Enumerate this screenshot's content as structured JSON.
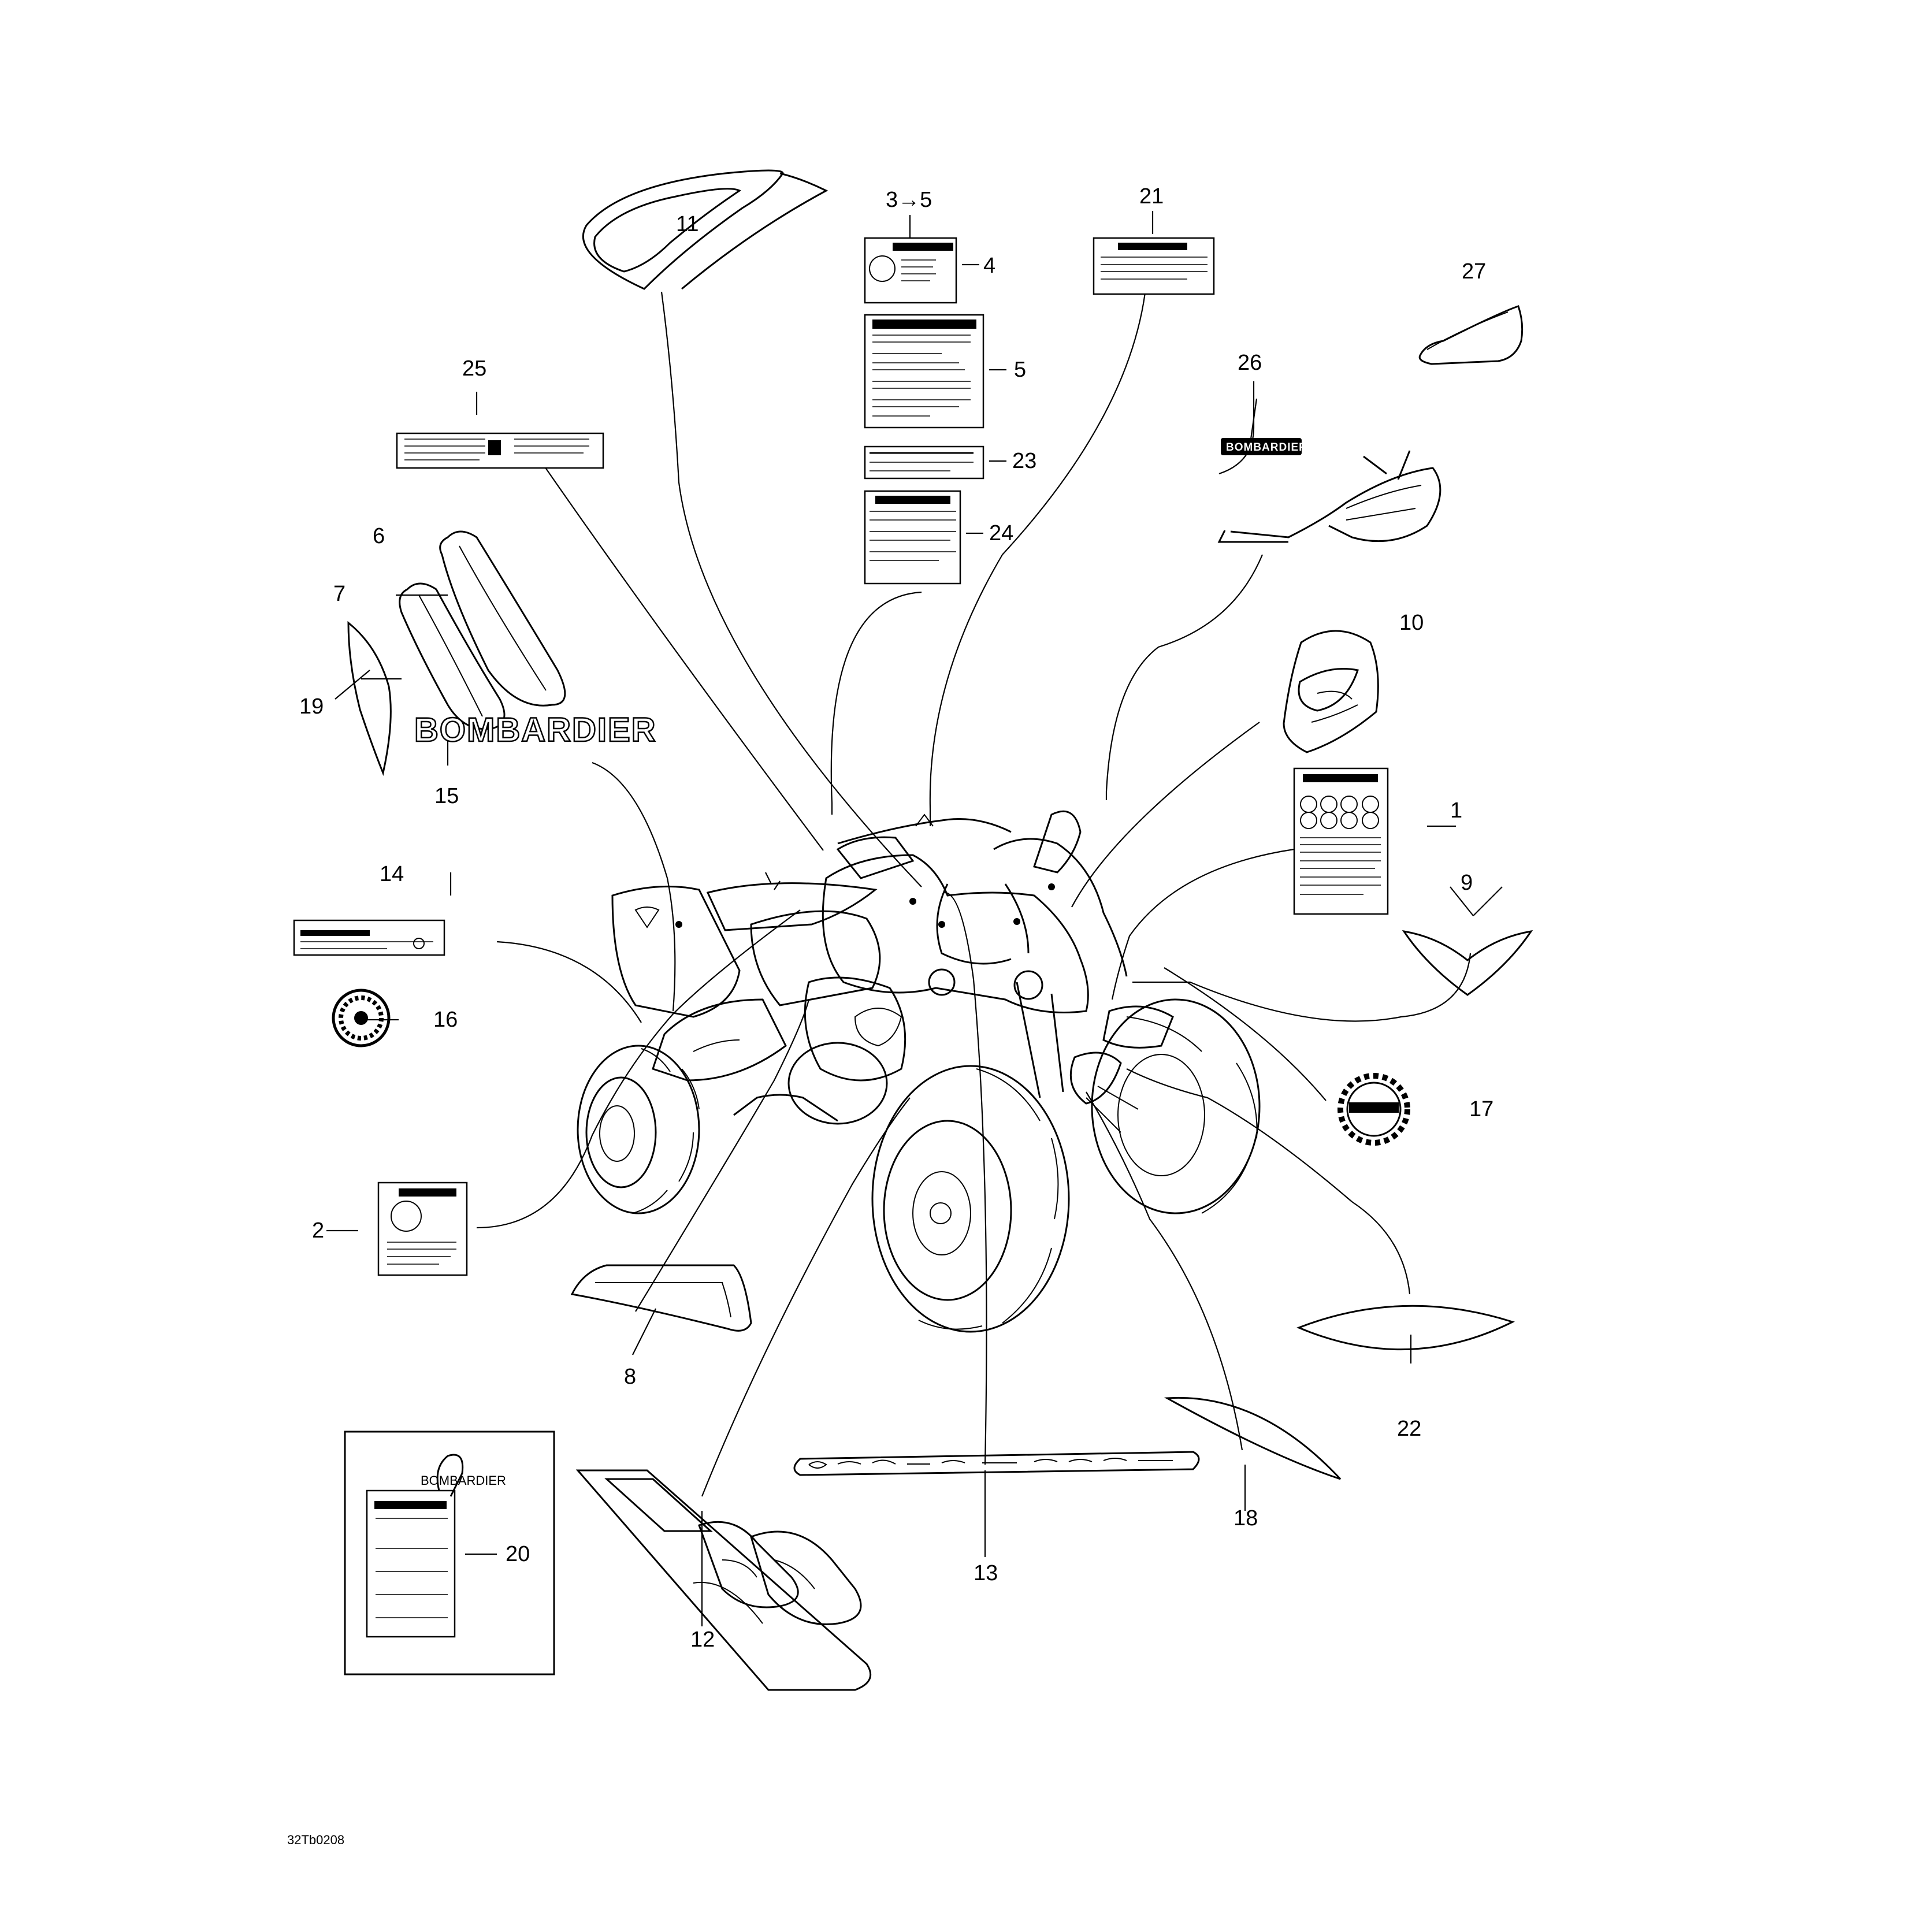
{
  "figure_id": "32Tb0208",
  "callouts": {
    "c1": "1",
    "c2": "2",
    "c3to5": "3→5",
    "c4": "4",
    "c5": "5",
    "c6": "6",
    "c7": "7",
    "c8": "8",
    "c9": "9",
    "c10": "10",
    "c11": "11",
    "c12": "12",
    "c13": "13",
    "c14": "14",
    "c15": "15",
    "c16": "16",
    "c17": "17",
    "c18": "18",
    "c19": "19",
    "c20": "20",
    "c21": "21",
    "c22": "22",
    "c23": "23",
    "c24": "24",
    "c25": "25",
    "c26": "26",
    "c27": "27"
  },
  "decals": {
    "bombardier_large": "BOMBARDIER",
    "bombardier_small": "BOMBARDIER"
  },
  "icons": [
    "warning-label-icon",
    "circular-emblem-icon",
    "gear-emblem-icon",
    "atv-vehicle-icon",
    "handguard-icon",
    "key-tag-icon"
  ]
}
